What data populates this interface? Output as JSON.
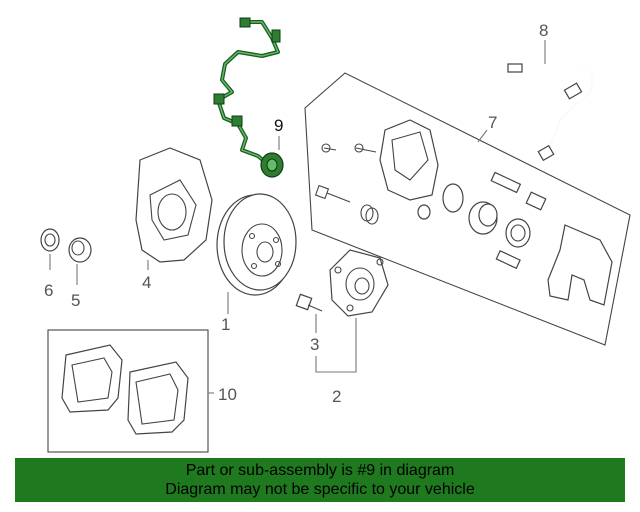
{
  "callouts": {
    "c1": "1",
    "c2": "2",
    "c3": "3",
    "c4": "4",
    "c5": "5",
    "c6": "6",
    "c7": "7",
    "c8": "8",
    "c9": "9",
    "c10": "10"
  },
  "banner": {
    "line1": "Part or sub-assembly is #9 in diagram",
    "line2": "Diagram may not be specific to your vehicle"
  },
  "colors": {
    "highlight": "#2e7d32",
    "banner": "#1f7a1f"
  }
}
